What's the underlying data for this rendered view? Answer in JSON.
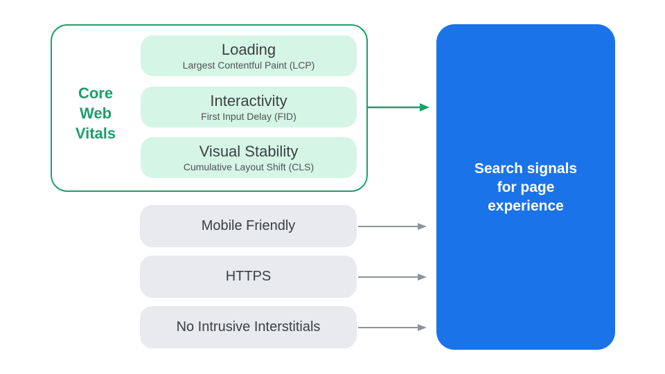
{
  "core_web_vitals": {
    "label": "Core Web Vitals",
    "cards": [
      {
        "title": "Loading",
        "subtitle": "Largest Contentful Paint (LCP)"
      },
      {
        "title": "Interactivity",
        "subtitle": "First Input Delay (FID)"
      },
      {
        "title": "Visual Stability",
        "subtitle": "Cumulative Layout Shift (CLS)"
      }
    ]
  },
  "other_signals": [
    {
      "label": "Mobile Friendly"
    },
    {
      "label": "HTTPS"
    },
    {
      "label": "No Intrusive Interstitials"
    }
  ],
  "result_box": {
    "label": "Search signals for page experience"
  },
  "colors": {
    "green": "#1AA06B",
    "mint": "#D5F5E6",
    "gray": "#E8EAED",
    "blue": "#1A73E8",
    "arrow_gray": "#8E9398",
    "title_text": "#3C4043",
    "subtitle_text": "#4D5156"
  }
}
